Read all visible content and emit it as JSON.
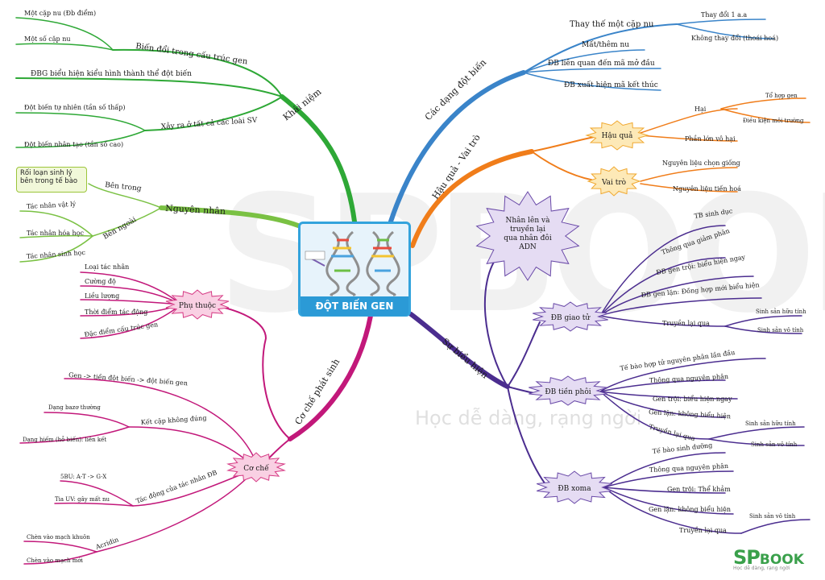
{
  "center": {
    "title": "ĐỘT BIẾN GEN"
  },
  "watermark": {
    "main": "SPBOOK",
    "slogan": "Học dễ dàng, rạng ngời"
  },
  "logo": {
    "sp": "SP",
    "book": "BOOK",
    "tagline": "Học dễ dàng, rạng ngời"
  },
  "colors": {
    "green": "#2ea836",
    "lime": "#7ac143",
    "blue": "#3a84c9",
    "orange": "#f07d1a",
    "purple": "#4b2d8f",
    "magenta": "#c2187a"
  },
  "nodes": {
    "khai_niem": "Khái niệm",
    "kn_1": "Biến đổi trong cấu trúc gen",
    "kn_1a": "Một cặp nu (Đb điểm)",
    "kn_1b": "Một số cặp nu",
    "kn_2": "ĐBG biểu hiện kiểu hình thành thể đột biến",
    "kn_3": "Xảy ra ở tất cả các loài SV",
    "kn_3a": "Đột biến tự nhiên (tần số thấp)",
    "kn_3b": "Đột biến nhân tạo (tần số cao)",
    "nguyen_nhan": "Nguyên nhân",
    "nn_trong": "Bên trong",
    "nn_trong_box": "Rối loạn sinh lý bên trong tế bào",
    "nn_ngoai": "Bên ngoài",
    "nn_ngoai_a": "Tác nhân vật lý",
    "nn_ngoai_b": "Tác nhân hóa học",
    "nn_ngoai_c": "Tác nhân sinh học",
    "phu_thuoc": "Phụ thuộc",
    "pt_a": "Loại tác nhân",
    "pt_b": "Cường độ",
    "pt_c": "Liều lượng",
    "pt_d": "Thời điểm tác động",
    "pt_e": "Đặc điểm cấu trúc gen",
    "co_che_phat_sinh": "Cơ chế phát sinh",
    "co_che": "Cơ chế",
    "cc_a": "Gen -> tiền đột biến -> đột biến gen",
    "cc_b": "Kết cặp không đúng",
    "cc_b1": "Dạng bazơ thường",
    "cc_b2": "Dạng hiếm (hỗ biến): liên kết",
    "cc_c": "Tác động của tác nhân ĐB",
    "cc_c1": "5BU: A-T -> G-X",
    "cc_c2": "Tia UV: gây mất nu",
    "cc_d": "Acridin",
    "cc_d1": "Chèn vào mạch khuôn",
    "cc_d2": "Chèn vào mạch mới",
    "cac_dang": "Các dạng đột biến",
    "cd_1": "Thay thế một cặp nu",
    "cd_1a": "Thay đổi 1 a.a",
    "cd_1b": "Không thay đổi (thoái hoá)",
    "cd_2": "Mất/thêm nu",
    "cd_3": "ĐB liên quan đến mã mở đầu",
    "cd_4": "ĐB xuất hiện mã kết thúc",
    "hau_qua_vai_tro": "Hậu quả - Vai trò",
    "hau_qua": "Hậu quả",
    "hq_a": "Hại",
    "hq_a1": "Tổ hợp gen",
    "hq_a2": "Điều kiện môi trường",
    "hq_b": "Phần lớn vô hại",
    "vai_tro": "Vai trò",
    "vt_a": "Nguyên liệu chọn giống",
    "vt_b": "Nguyên liệu tiến hoá",
    "nhan_len": "Nhân lên và truyền lại qua nhân đôi ADN",
    "su_bieu_hien": "Sự biểu hiện",
    "giao_tu": "ĐB giao tử",
    "gt_a": "TB sinh dục",
    "gt_b": "Thông qua giảm phân",
    "gt_c": "ĐB gen trội: biểu hiện ngay",
    "gt_d": "ĐB gen lặn: Đồng hợp mới biểu hiện",
    "gt_e": "Truyền lại qua",
    "gt_e1": "Sinh sản hữu tính",
    "gt_e2": "Sinh sản vô tính",
    "tien_phoi": "ĐB tiền phôi",
    "tp_a": "Tế bào hợp tử nguyên phân lần đầu",
    "tp_b": "Thông qua nguyên phân",
    "tp_c": "Gen trội: biểu hiện ngay",
    "tp_d": "Gen lặn: không biểu hiện",
    "tp_e": "Truyền lại qua",
    "tp_e1": "Sinh sản hữu tính",
    "tp_e2": "Sinh sản vô tính",
    "xoma": "ĐB xoma",
    "xm_a": "Tế bào sinh dưỡng",
    "xm_b": "Thông qua nguyên phân",
    "xm_c": "Gen trội: Thể khảm",
    "xm_d": "Gen lặn: không biểu hiện",
    "xm_e": "Truyền lại qua",
    "xm_e1": "Sinh sản vô tính"
  }
}
